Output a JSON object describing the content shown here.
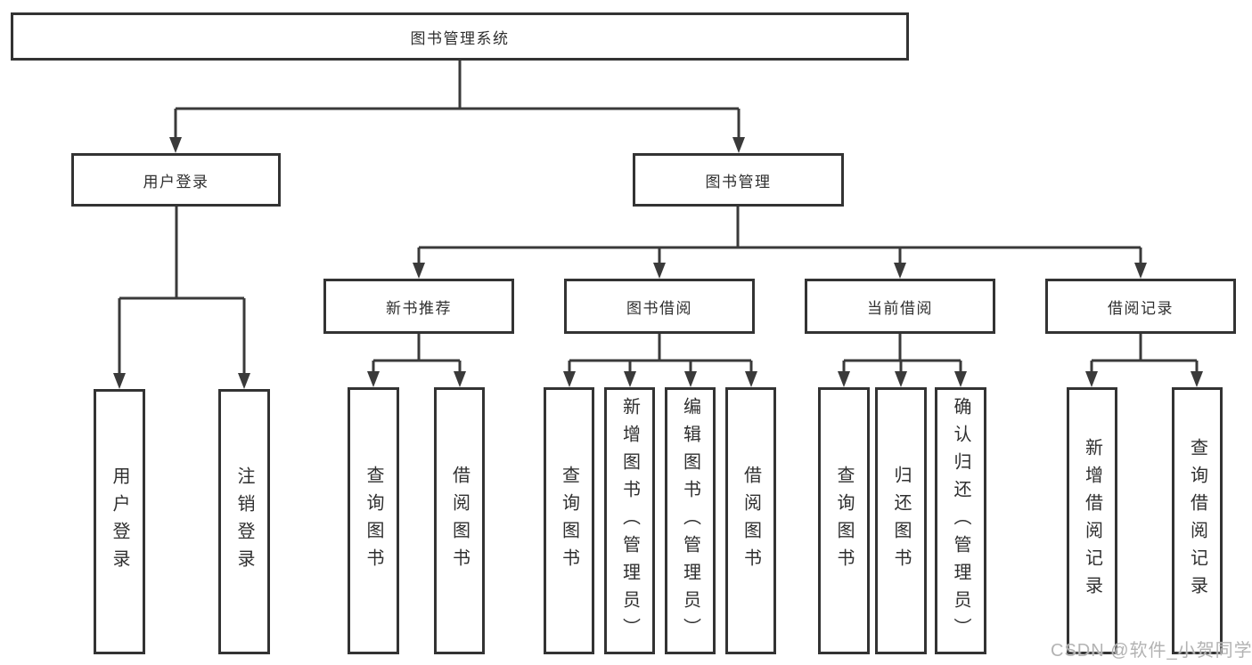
{
  "diagram": {
    "root": {
      "label": "图书管理系统"
    },
    "branches": [
      {
        "label": "用户登录",
        "children": [
          {
            "label": "用户登录"
          },
          {
            "label": "注销登录"
          }
        ]
      },
      {
        "label": "图书管理",
        "children": [
          {
            "label": "新书推荐",
            "children": [
              {
                "label": "查询图书"
              },
              {
                "label": "借阅图书"
              }
            ]
          },
          {
            "label": "图书借阅",
            "children": [
              {
                "label": "查询图书"
              },
              {
                "label": "新增图书（管理员）"
              },
              {
                "label": "编辑图书（管理员）"
              },
              {
                "label": "借阅图书"
              }
            ]
          },
          {
            "label": "当前借阅",
            "children": [
              {
                "label": "查询图书"
              },
              {
                "label": "归还图书"
              },
              {
                "label": "确认归还（管理员）"
              }
            ]
          },
          {
            "label": "借阅记录",
            "children": [
              {
                "label": "新增借阅记录"
              },
              {
                "label": "查询借阅记录"
              }
            ]
          }
        ]
      }
    ]
  },
  "watermark": {
    "text": "CSDN @软件_小贺同学"
  },
  "colors": {
    "line": "#3a3a3a",
    "border": "#333333",
    "text": "#2f2f2f",
    "background": "#ffffff",
    "watermark": "#b3b3b3"
  }
}
